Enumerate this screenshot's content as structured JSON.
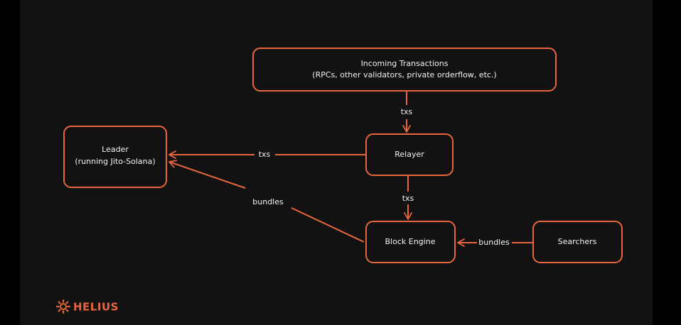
{
  "colors": {
    "accent": "#e8663d",
    "text": "#f2f2f2",
    "background": "#121212"
  },
  "nodes": {
    "incoming": {
      "line1": "Incoming Transactions",
      "line2": "(RPCs, other validators, private orderflow, etc.)"
    },
    "leader": {
      "line1": "Leader",
      "line2": "(running Jito-Solana)"
    },
    "relayer": {
      "label": "Relayer"
    },
    "block_engine": {
      "label": "Block Engine"
    },
    "searchers": {
      "label": "Searchers"
    }
  },
  "edges": {
    "incoming_to_relayer": "txs",
    "relayer_to_leader": "txs",
    "relayer_to_block_engine": "txs",
    "block_engine_to_leader": "bundles",
    "searchers_to_block_engine": "bundles"
  },
  "brand": {
    "name": "HELIUS",
    "icon": "helius-sun-icon"
  }
}
